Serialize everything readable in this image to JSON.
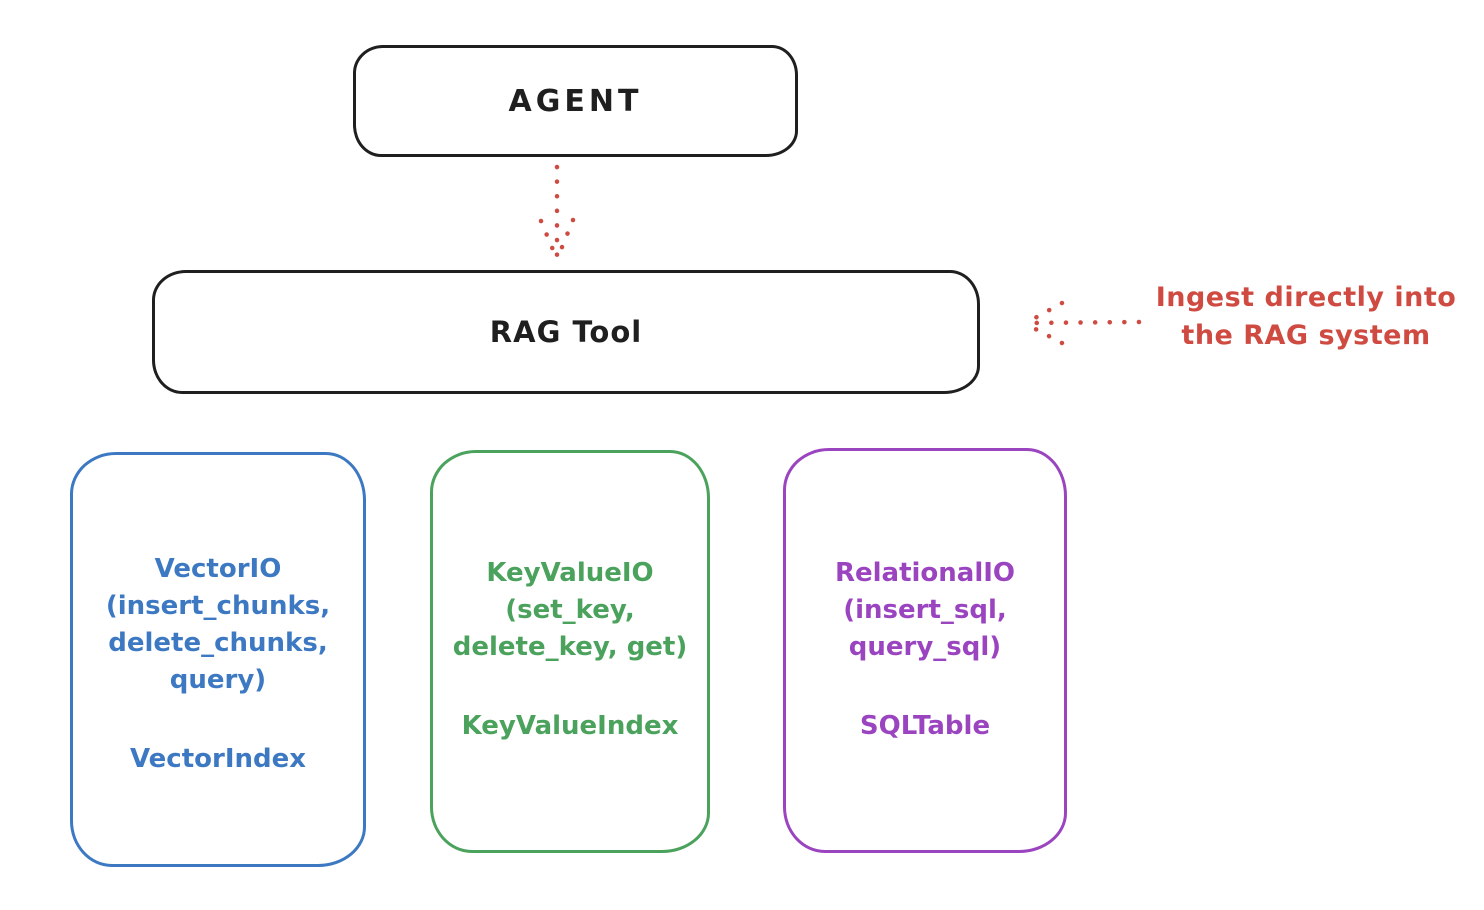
{
  "diagram": {
    "nodes": {
      "agent": {
        "label": "AGENT"
      },
      "rag_tool": {
        "label": "RAG Tool"
      }
    },
    "annotation": {
      "line1": "Ingest directly into",
      "line2": "the RAG system"
    },
    "io_boxes": [
      {
        "id": "vector-io",
        "accent": "#3d79c2",
        "lines": [
          "VectorIO",
          "(insert_chunks,",
          "delete_chunks,",
          "query)"
        ],
        "index": "VectorIndex"
      },
      {
        "id": "keyvalue-io",
        "accent": "#4aa25c",
        "lines": [
          "KeyValueIO",
          "(set_key,",
          "delete_key, get)"
        ],
        "index": "KeyValueIndex"
      },
      {
        "id": "relational-io",
        "accent": "#9b44c0",
        "lines": [
          "RelationalIO",
          "(insert_sql,",
          "query_sql)"
        ],
        "index": "SQLTable"
      }
    ],
    "colors": {
      "stroke_black": "#1f1f1f",
      "annotation_red": "#cf4a41",
      "vector_blue": "#3d79c2",
      "keyvalue_green": "#4aa25c",
      "relational_purple": "#9b44c0",
      "background": "#ffffff"
    }
  }
}
